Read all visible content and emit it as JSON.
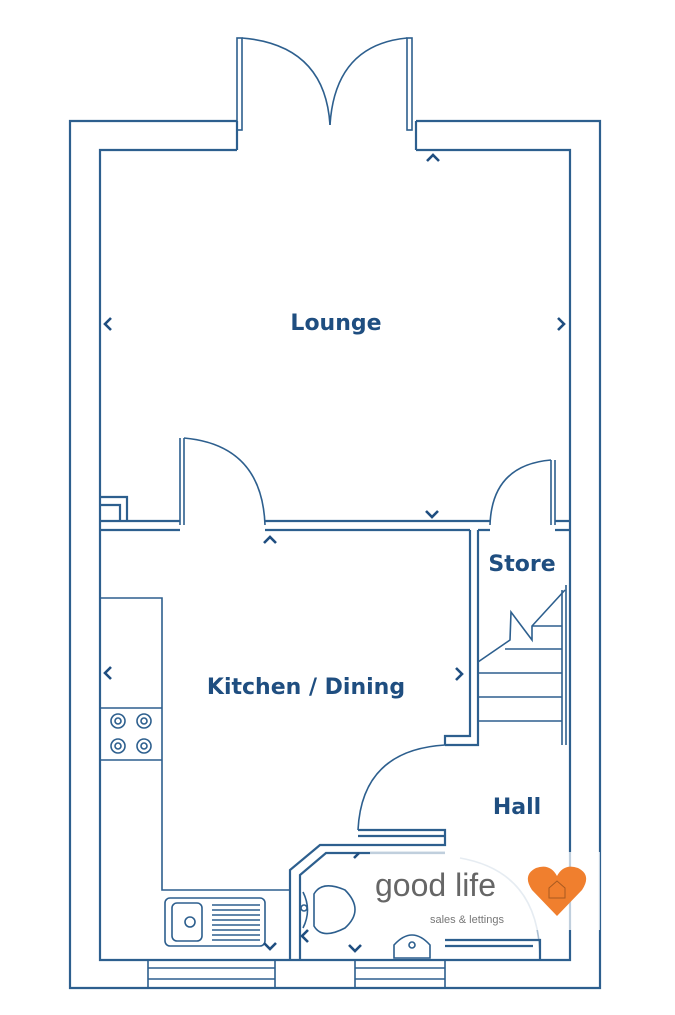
{
  "rooms": {
    "lounge": "Lounge",
    "kitchen": "Kitchen / Dining",
    "store": "Store",
    "hall": "Hall"
  },
  "logo": {
    "name": "good life",
    "tagline": "sales & lettings",
    "heart_color": "#f07f2e",
    "text_color": "#666666"
  },
  "colors": {
    "wall": "#2d5f8e",
    "label": "#1f4e80"
  }
}
